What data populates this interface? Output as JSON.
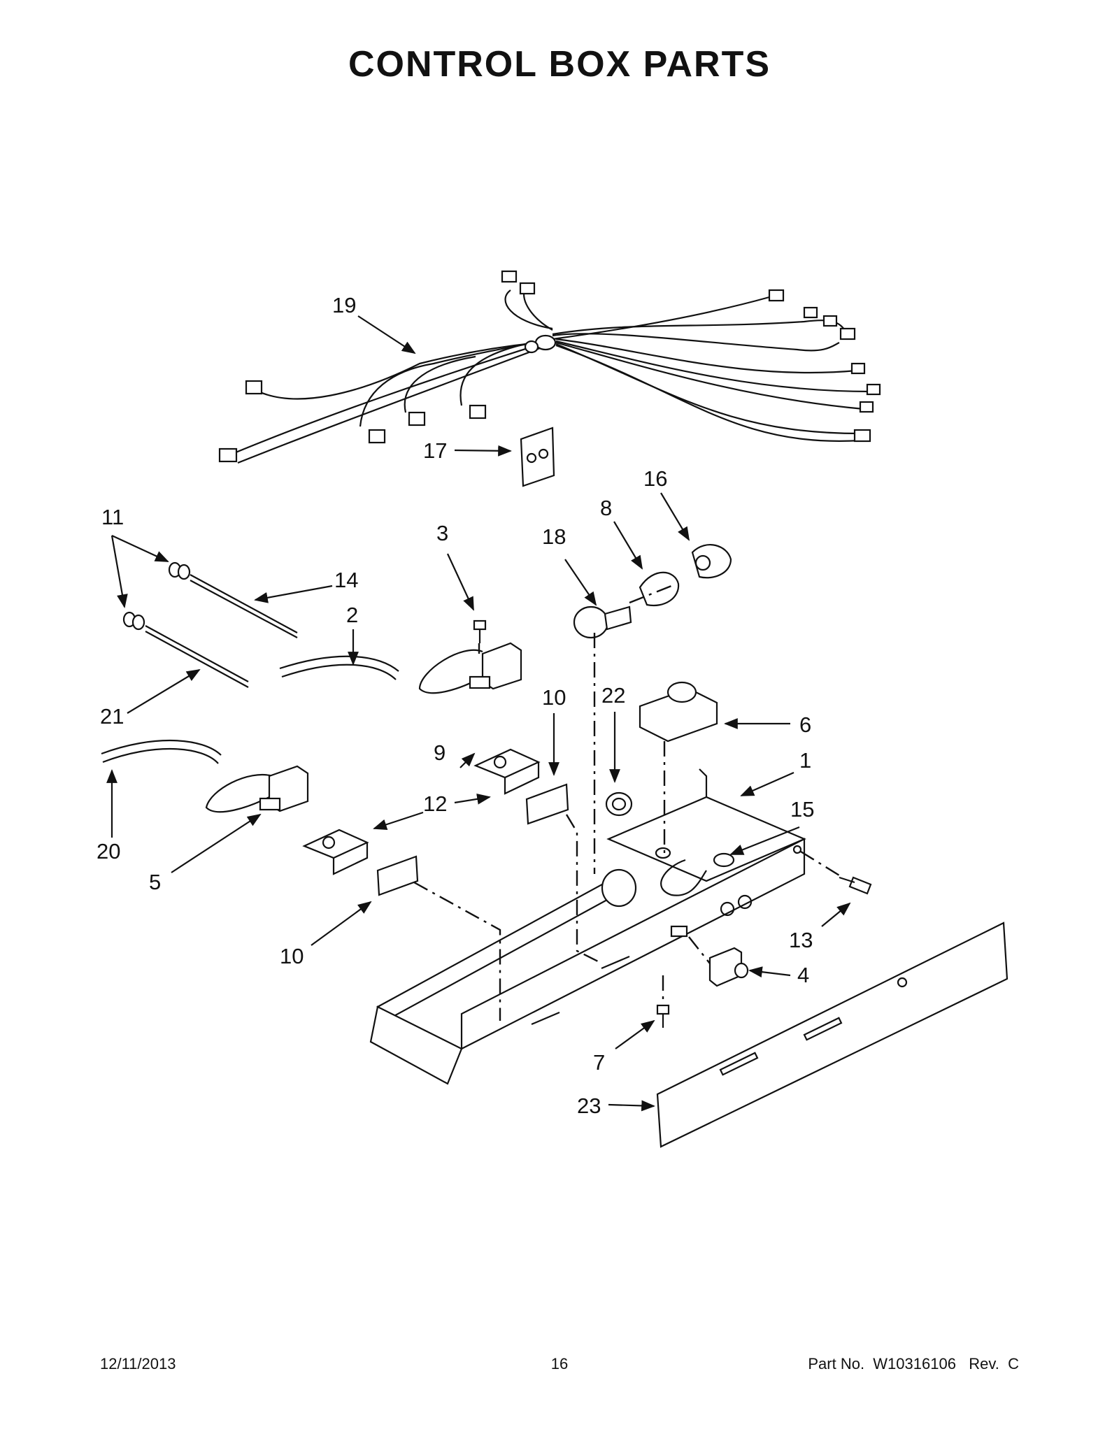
{
  "title": "CONTROL BOX PARTS",
  "footer": {
    "date": "12/11/2013",
    "page": "16",
    "part_no": "Part No.  W10316106   Rev.  C"
  },
  "callouts": [
    "19",
    "17",
    "16",
    "8",
    "18",
    "11",
    "3",
    "14",
    "2",
    "21",
    "22",
    "10",
    "6",
    "9",
    "1",
    "20",
    "12",
    "15",
    "5",
    "13",
    "10",
    "4",
    "7",
    "23"
  ],
  "colors": {
    "ink": "#111111",
    "paper": "#ffffff"
  }
}
